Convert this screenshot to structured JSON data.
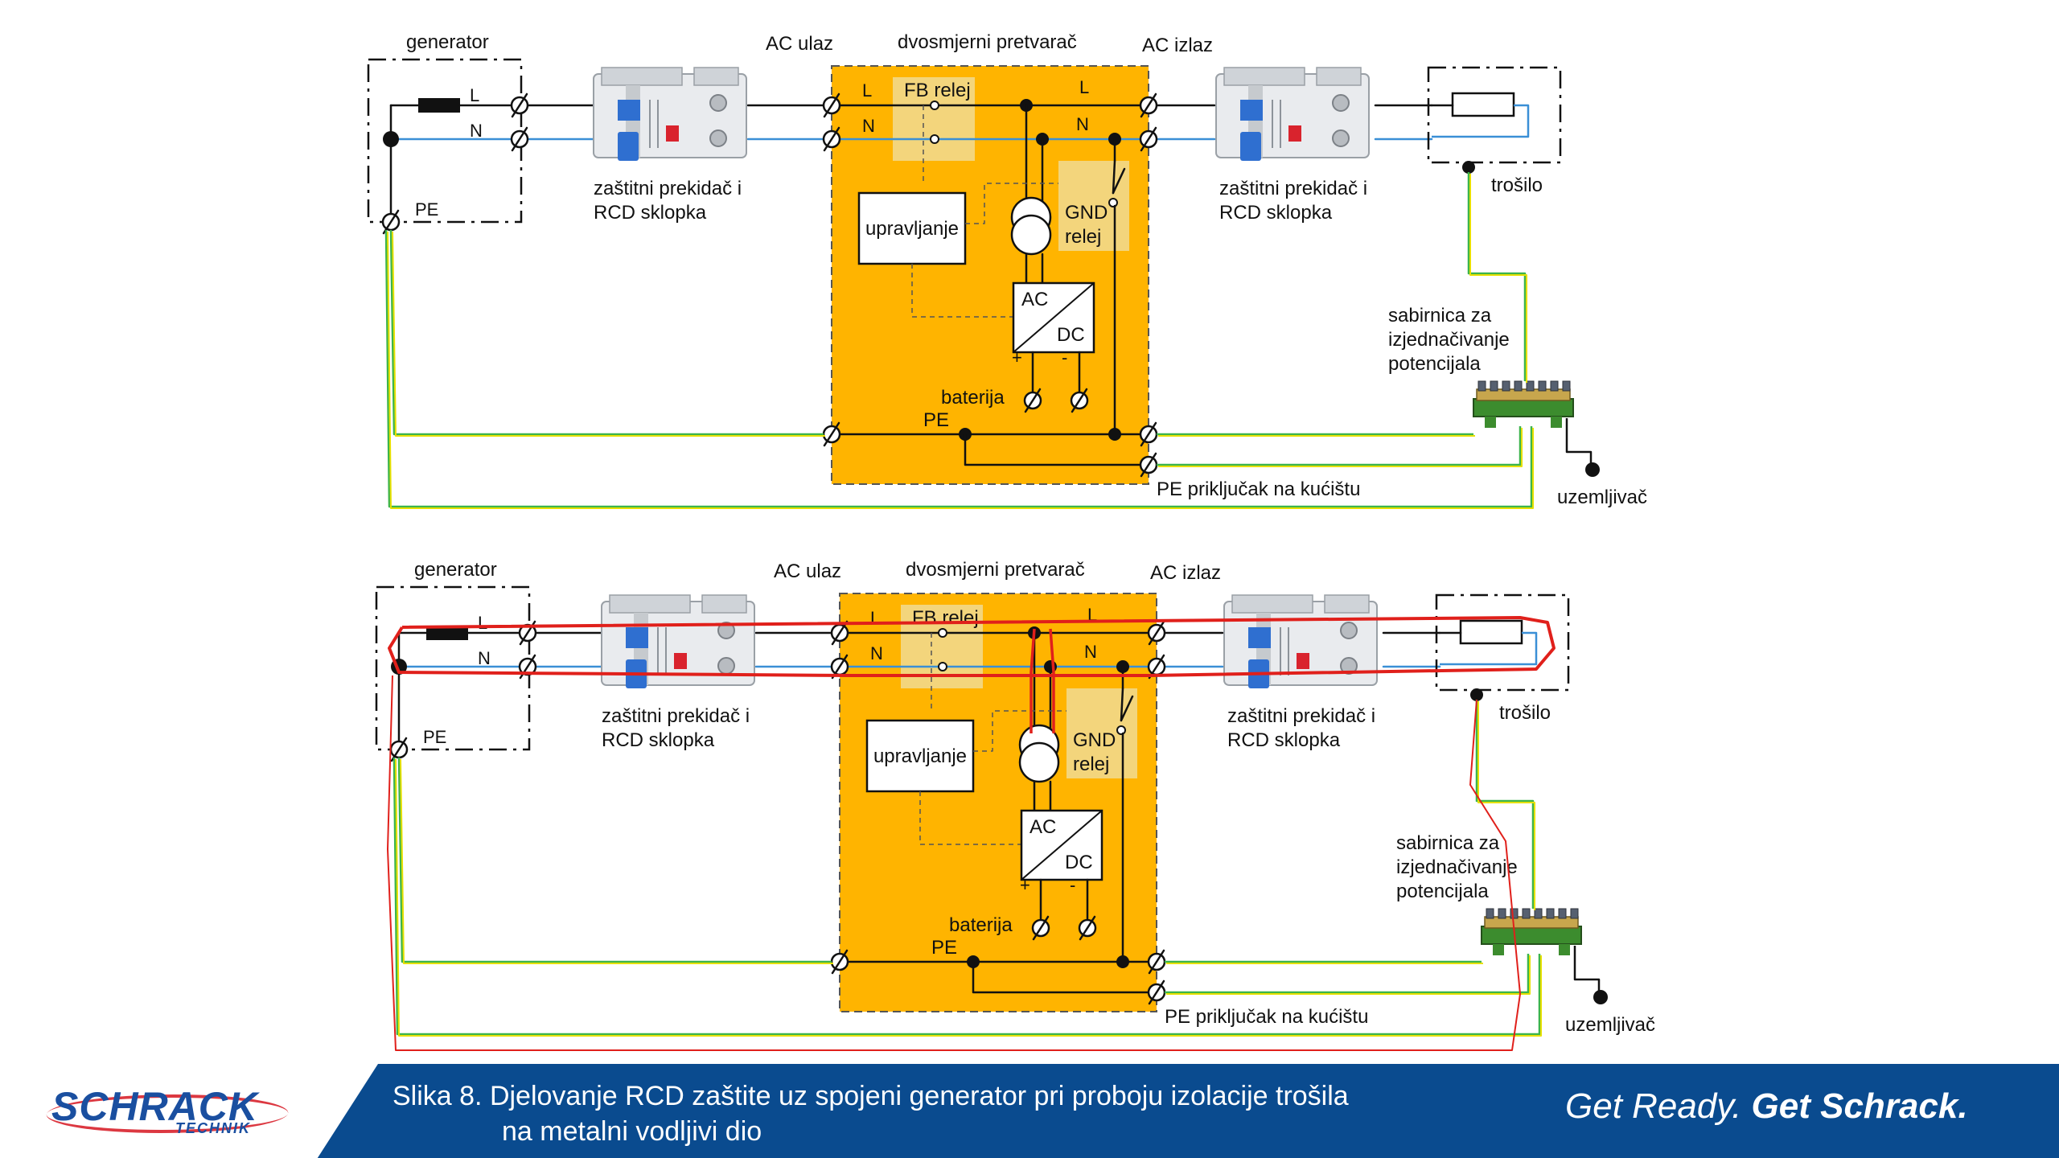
{
  "diagram": {
    "labels": {
      "generator": "generator",
      "L": "L",
      "N": "N",
      "PE": "PE",
      "breaker": [
        "zaštitni prekidač i",
        "RCD sklopka"
      ],
      "ac_in": "AC ulaz",
      "converter": "dvosmjerni pretvarač",
      "ac_out": "AC izlaz",
      "fb_relay": "FB relej",
      "control": "upravljanje",
      "gnd_relay": [
        "GND",
        "relej"
      ],
      "ac": "AC",
      "dc": "DC",
      "plus": "+",
      "minus": "-",
      "battery": "baterija",
      "load": "trošilo",
      "busbar": [
        "sabirnica za",
        "izjednačivanje",
        "potencijala"
      ],
      "housing_pe": "PE priključak na kućištu",
      "earth": "uzemljivač"
    },
    "colors": {
      "converter_fill": "#ffb400",
      "relay_highlight": "#f3d57c",
      "phase_wire": "#111111",
      "neutral_wire": "#3a8fd6",
      "pe_wire_green": "#3cb44b",
      "pe_wire_yellow": "#e6e000",
      "fault_path": "#e0201b"
    }
  },
  "footer": {
    "logo_text": "SCHRACK",
    "logo_sub": "TECHNIK",
    "caption_line1": "Slika 8. Djelovanje RCD zaštite uz spojeni generator pri proboju izolacije trošila",
    "caption_line2": "na metalni vodljivi dio",
    "slogan_part1": "Get Ready.",
    "slogan_part2": "Get Schrack."
  }
}
